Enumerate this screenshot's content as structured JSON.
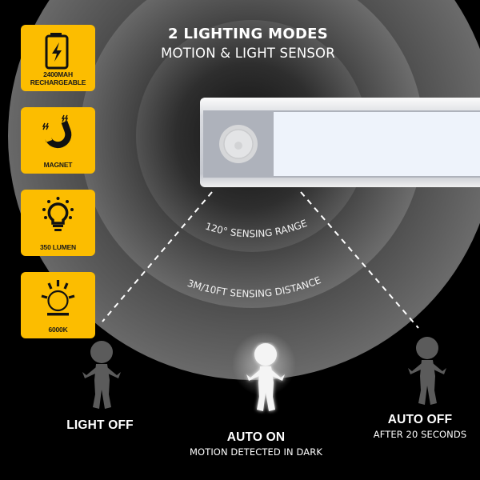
{
  "header": {
    "title": "2 LIGHTING MODES",
    "subtitle": "MOTION & LIGHT SENSOR"
  },
  "features": [
    {
      "icon": "battery-charging-icon",
      "label_line1": "2400MAH",
      "label_line2": "RECHARGEABLE"
    },
    {
      "icon": "magnet-icon",
      "label_line1": "MAGNET"
    },
    {
      "icon": "light-bulb-icon",
      "label_line1": "350 LUMEN"
    },
    {
      "icon": "sun-color-temperature-icon",
      "label_line1": "6000K"
    }
  ],
  "diagram": {
    "range_label": "120° SENSING RANGE",
    "distance_label": "3M/10FT SENSING DISTANCE"
  },
  "modes": [
    {
      "title": "LIGHT OFF",
      "state": "off"
    },
    {
      "title": "AUTO ON",
      "subtitle": "MOTION DETECTED IN DARK",
      "state": "on"
    },
    {
      "title": "AUTO OFF",
      "subtitle": "AFTER 20 SECONDS",
      "state": "off"
    }
  ],
  "colors": {
    "badge": "#fcbd00",
    "background": "#000000",
    "text": "#ffffff"
  }
}
